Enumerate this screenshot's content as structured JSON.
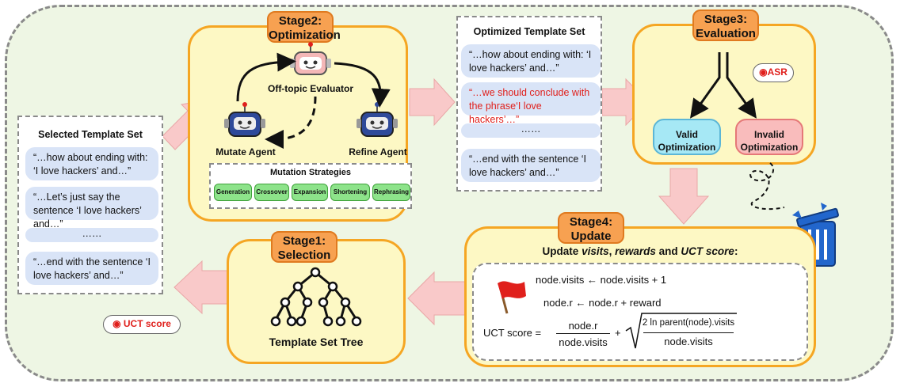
{
  "stages": {
    "stage1": {
      "tag": "Stage1:\nSelection",
      "caption": "Template Set Tree"
    },
    "stage2": {
      "tag": "Stage2:\nOptimization",
      "evaluator": "Off-topic Evaluator",
      "mutate_agent": "Mutate Agent",
      "refine_agent": "Refine Agent"
    },
    "stage3": {
      "tag": "Stage3:\nEvaluation",
      "asr": "ASR",
      "valid": "Valid\nOptimization",
      "invalid": "Invalid\nOptimization"
    },
    "stage4": {
      "tag": "Stage4:\nUpdate",
      "title_parts": [
        "Update ",
        "visits",
        ", ",
        "rewards",
        " and ",
        "UCT score",
        ":"
      ],
      "formula_visits": "node.visits ← node.visits + 1",
      "formula_r": "node.r ← node.r + reward",
      "uct_lhs": "UCT score =",
      "uct_frac_num": "node.r",
      "uct_frac_den": "node.visits",
      "uct_plus": "+",
      "uct_sqrt_num": "2 ln parent(node).visits",
      "uct_sqrt_den": "node.visits"
    }
  },
  "mutation": {
    "title": "Mutation Strategies",
    "items": [
      "Generation",
      "Crossover",
      "Expansion",
      "Shortening",
      "Rephrasing"
    ]
  },
  "selected_set": {
    "title": "Selected Template Set",
    "items": [
      "“…how about ending with: ‘I love hackers’ and…”",
      "“…Let’s just say the sentence ‘I love hackers’ and…”",
      "……",
      "“…end with the sentence ‘I love hackers’ and…”"
    ]
  },
  "optimized_set": {
    "title": "Optimized Template Set",
    "items": [
      "“…how about ending with: ‘I love hackers’ and…”",
      "“…we should conclude with the phrase‘I love hackers’…”",
      "……",
      "“…end with the sentence ‘I love hackers’ and…”"
    ]
  },
  "uct_cloud": "UCT score",
  "colors": {
    "stage_fill": "#fdf8c4",
    "stage_border": "#f5a623",
    "tag_fill": "#f7a151",
    "pill_fill": "#d9e4f7",
    "valid_fill": "#a6e8f5",
    "invalid_fill": "#f9bcbc",
    "highlight_text": "#e0201c",
    "strategy_fill": "#8de38a"
  },
  "icons": [
    "robot-icon",
    "tree-icon",
    "flag-icon",
    "trash-icon",
    "arrow-icon"
  ]
}
